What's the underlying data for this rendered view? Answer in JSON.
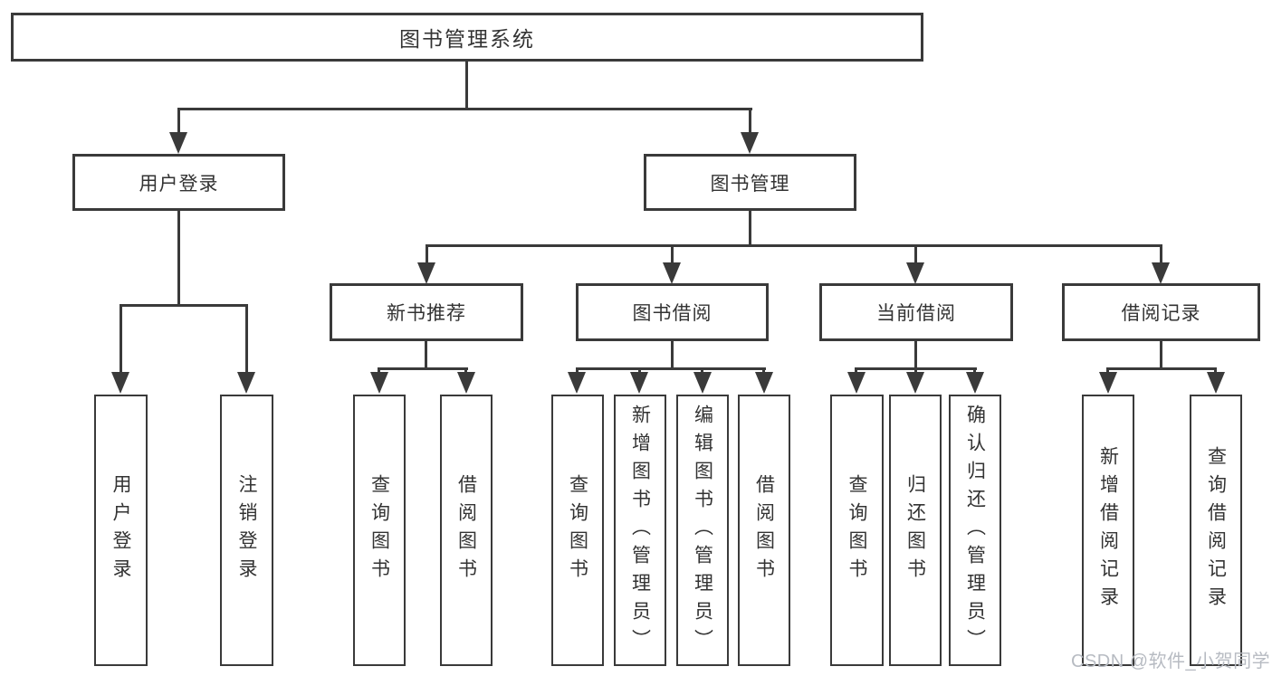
{
  "diagram": {
    "title": "图书管理系统",
    "level2": [
      {
        "label": "用户登录"
      },
      {
        "label": "图书管理"
      }
    ],
    "level3": [
      {
        "label": "新书推荐"
      },
      {
        "label": "图书借阅"
      },
      {
        "label": "当前借阅"
      },
      {
        "label": "借阅记录"
      }
    ],
    "leaves": [
      {
        "label": "用户登录"
      },
      {
        "label": "注销登录"
      },
      {
        "label": "查询图书"
      },
      {
        "label": "借阅图书"
      },
      {
        "label": "查询图书"
      },
      {
        "label": "新增图书（管理员）"
      },
      {
        "label": "编辑图书（管理员）"
      },
      {
        "label": "借阅图书"
      },
      {
        "label": "查询图书"
      },
      {
        "label": "归还图书"
      },
      {
        "label": "确认归还（管理员）"
      },
      {
        "label": "新增借阅记录"
      },
      {
        "label": "查询借阅记录"
      }
    ],
    "watermark": "CSDN @软件_小贺同学",
    "colors": {
      "line": "#3a3a3a",
      "text": "#333333",
      "watermark": "#b7bbc2",
      "background": "#ffffff"
    }
  }
}
